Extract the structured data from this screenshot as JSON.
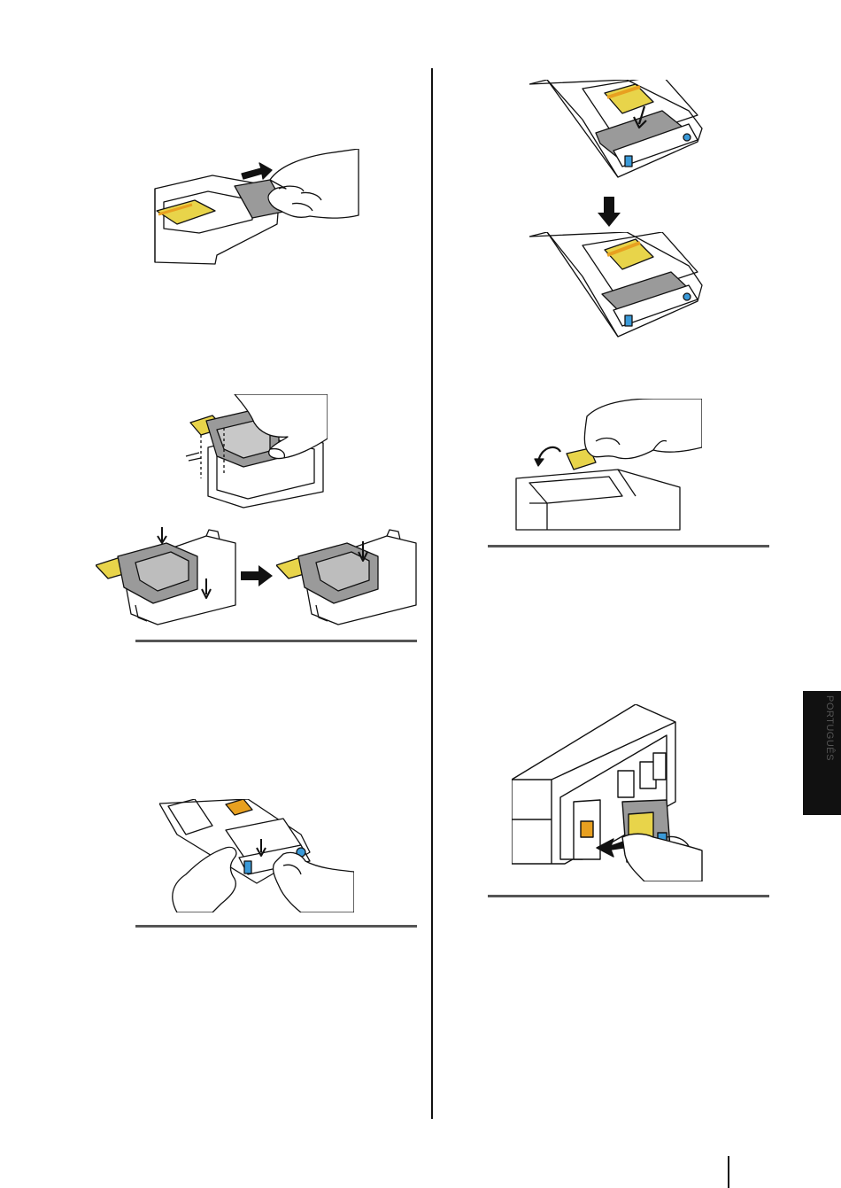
{
  "sidebar": {
    "language_tab": "PORTUGUÊS"
  },
  "colors": {
    "ink": "#111111",
    "rule": "#555555",
    "label_yellow": "#e8d44a",
    "label_orange": "#e8a020",
    "accent_blue": "#3a9ad9",
    "gray_fill": "#9a9a9a"
  },
  "figures": [
    {
      "name": "pull-tab-figure",
      "icon": "hand-pulling-tab-icon"
    },
    {
      "name": "lift-cover-figure",
      "icon": "hand-lifting-cover-icon"
    },
    {
      "name": "press-cover-figure-before",
      "icon": "cartridge-press-icon"
    },
    {
      "name": "press-cover-figure-after",
      "icon": "cartridge-pressed-icon"
    },
    {
      "name": "insert-ribbon-figure",
      "icon": "hands-inserting-ribbon-icon"
    },
    {
      "name": "tray-cover-down-figure",
      "icon": "tray-cover-arrow-icon"
    },
    {
      "name": "tray-cover-closed-figure",
      "icon": "tray-closed-icon"
    },
    {
      "name": "peel-seal-figure",
      "icon": "hand-peeling-seal-icon"
    },
    {
      "name": "insert-cartridge-printer-figure",
      "icon": "printer-insert-cartridge-icon"
    }
  ]
}
